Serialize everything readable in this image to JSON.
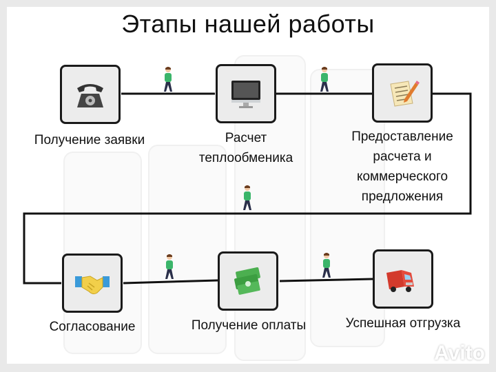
{
  "title": "Этапы нашей работы",
  "steps": [
    {
      "label": "Получение заявки",
      "icon": "telephone-icon"
    },
    {
      "label": "Расчет теплообменика",
      "icon": "monitor-icon"
    },
    {
      "label": "Предоставление расчета и коммерческого предложения",
      "icon": "document-pencil-icon"
    },
    {
      "label": "Согласование",
      "icon": "handshake-icon"
    },
    {
      "label": "Получение оплаты",
      "icon": "money-icon"
    },
    {
      "label": "Успешная отгрузка",
      "icon": "truck-icon"
    }
  ],
  "watermark": "Avito",
  "colors": {
    "line": "#111111",
    "box_bg": "#ececec",
    "walker_shirt": "#3bb56a",
    "walker_pants": "#2a2f4a"
  }
}
